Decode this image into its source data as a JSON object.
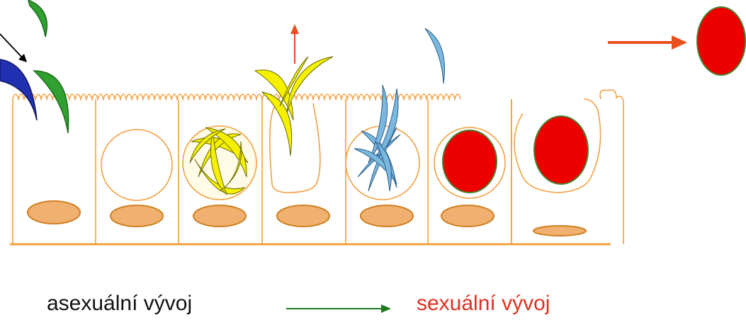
{
  "labels": {
    "asexual": "asexuální vývoj",
    "sexual": "sexuální vývoj"
  },
  "colors": {
    "background": "#ffffff",
    "cell_outline": "#f0a040",
    "basement_membrane": "#f0a040",
    "nucleus_fill": "#f0b070",
    "nucleus_stroke": "#d08020",
    "asexual_text": "#111111",
    "sexual_text": "#e03020",
    "progress_arrow": "#1e7a1e",
    "exit_arrow": "#e8501e",
    "up_arrow": "#e8501e",
    "merozoite_blue": "#2030b0",
    "merozoite_green": "#30a030",
    "meront_yellow": "#f5f000",
    "merozoite_light_blue": "#7ab8e0",
    "gamont_red": "#ee0000",
    "gamont_stroke": "#4a8030"
  },
  "cells": [
    {
      "stage": "host-cell-with-entering-merozoites",
      "content": "none"
    },
    {
      "stage": "trophozoite",
      "content": "empty-vacuole"
    },
    {
      "stage": "first-generation-meront",
      "content": "yellow-merozoites"
    },
    {
      "stage": "rupturing-cell",
      "content": "yellow-merozoites-escaping"
    },
    {
      "stage": "second-generation-meront",
      "content": "blue-merozoites"
    },
    {
      "stage": "gamont",
      "content": "red-macrogamont"
    },
    {
      "stage": "gamont-release",
      "content": "red-macrogamont-exiting"
    }
  ]
}
